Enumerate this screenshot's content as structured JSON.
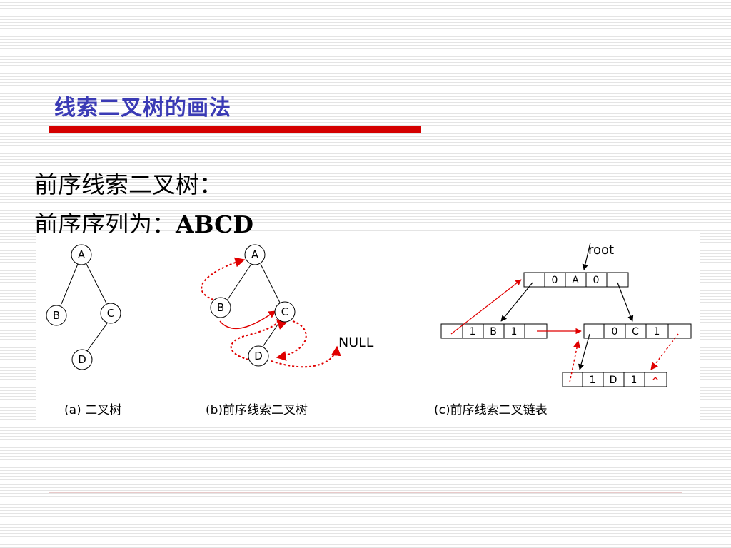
{
  "title": "线索二叉树的画法",
  "body": {
    "line1": "前序线索二叉树：",
    "line2_prefix": "前序序列为：",
    "line2_value": "ABCD"
  },
  "figure": {
    "tree_a": {
      "caption": "(a) 二叉树",
      "nodes": [
        "A",
        "B",
        "C",
        "D"
      ]
    },
    "tree_b": {
      "caption": "(b)前序线索二叉树",
      "nodes": [
        "A",
        "B",
        "C",
        "D"
      ],
      "null_label": "NULL"
    },
    "list_c": {
      "caption": "(c)前序线索二叉链表",
      "root_label": "root",
      "records": [
        {
          "ltag": "0",
          "data": "A",
          "rtag": "0"
        },
        {
          "ltag": "1",
          "data": "B",
          "rtag": "1"
        },
        {
          "ltag": "0",
          "data": "C",
          "rtag": "1"
        },
        {
          "ltag": "1",
          "data": "D",
          "rtag": "1"
        }
      ],
      "null_symbol": "^"
    }
  },
  "colors": {
    "title": "#3b3bb5",
    "accent": "#d40000",
    "thread": "#e00000"
  }
}
